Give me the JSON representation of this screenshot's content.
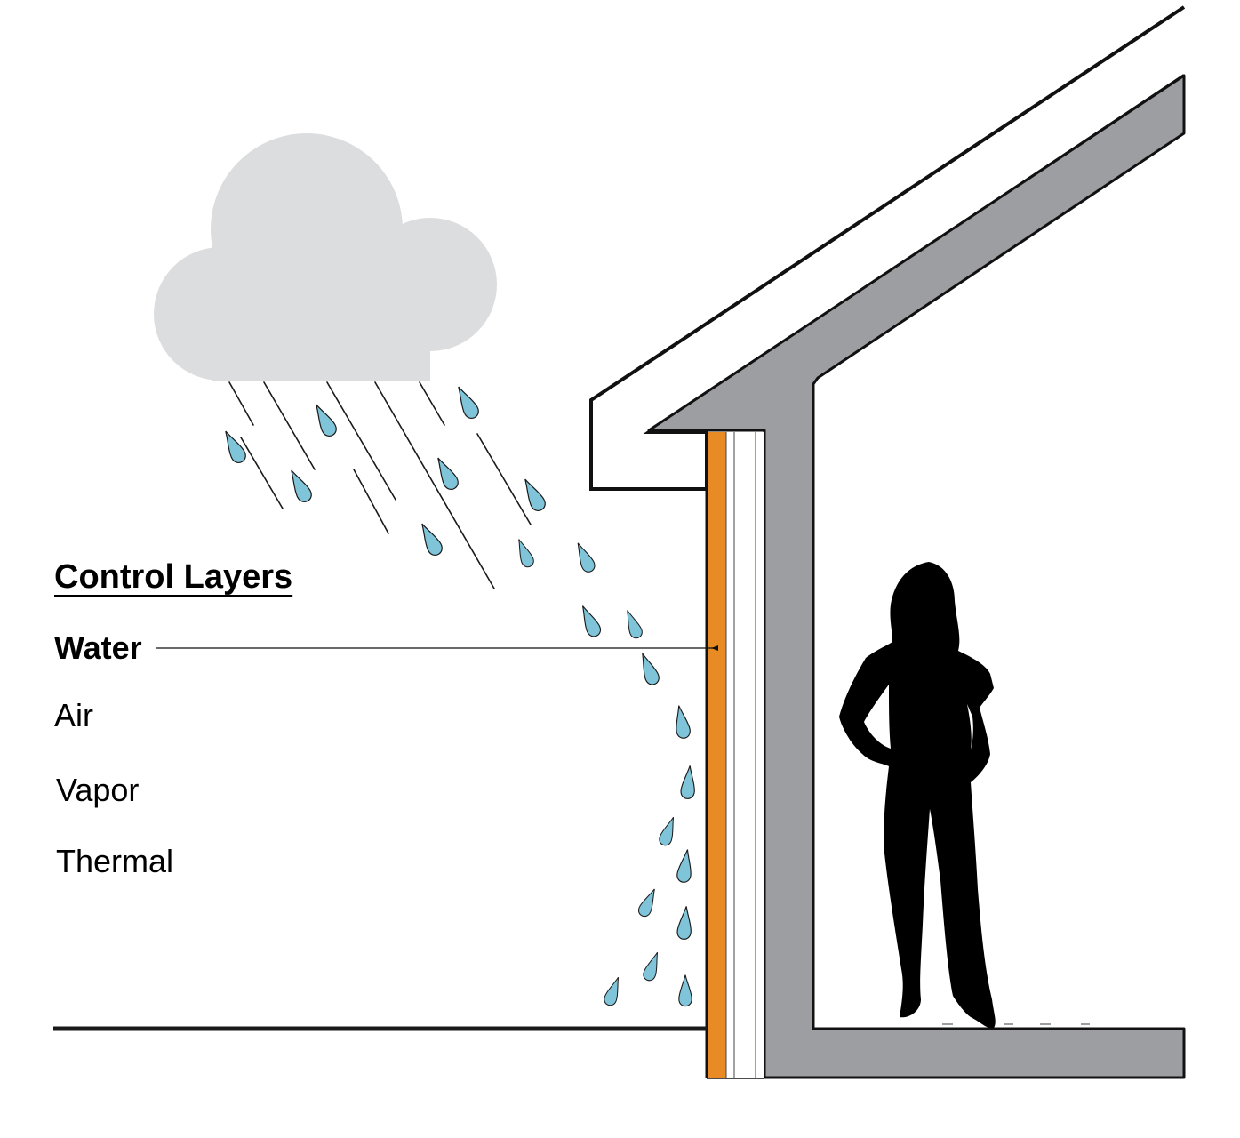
{
  "legend": {
    "heading": "Control Layers",
    "items": [
      {
        "label": "Water",
        "active": true
      },
      {
        "label": "Air",
        "active": false
      },
      {
        "label": "Vapor",
        "active": false
      },
      {
        "label": "Thermal",
        "active": false
      }
    ]
  },
  "colors": {
    "cloud": "#dcdddf",
    "raindrop": "#7fc4d8",
    "rain_streak": "#1a1a1a",
    "water_control_layer": "#e88b25",
    "structure": "#9d9ea1",
    "silhouette": "#000000",
    "ground": "#1a1a1a"
  },
  "icons": {
    "cloud": "rain-cloud-icon",
    "person": "person-silhouette-icon",
    "drop": "raindrop-icon"
  }
}
